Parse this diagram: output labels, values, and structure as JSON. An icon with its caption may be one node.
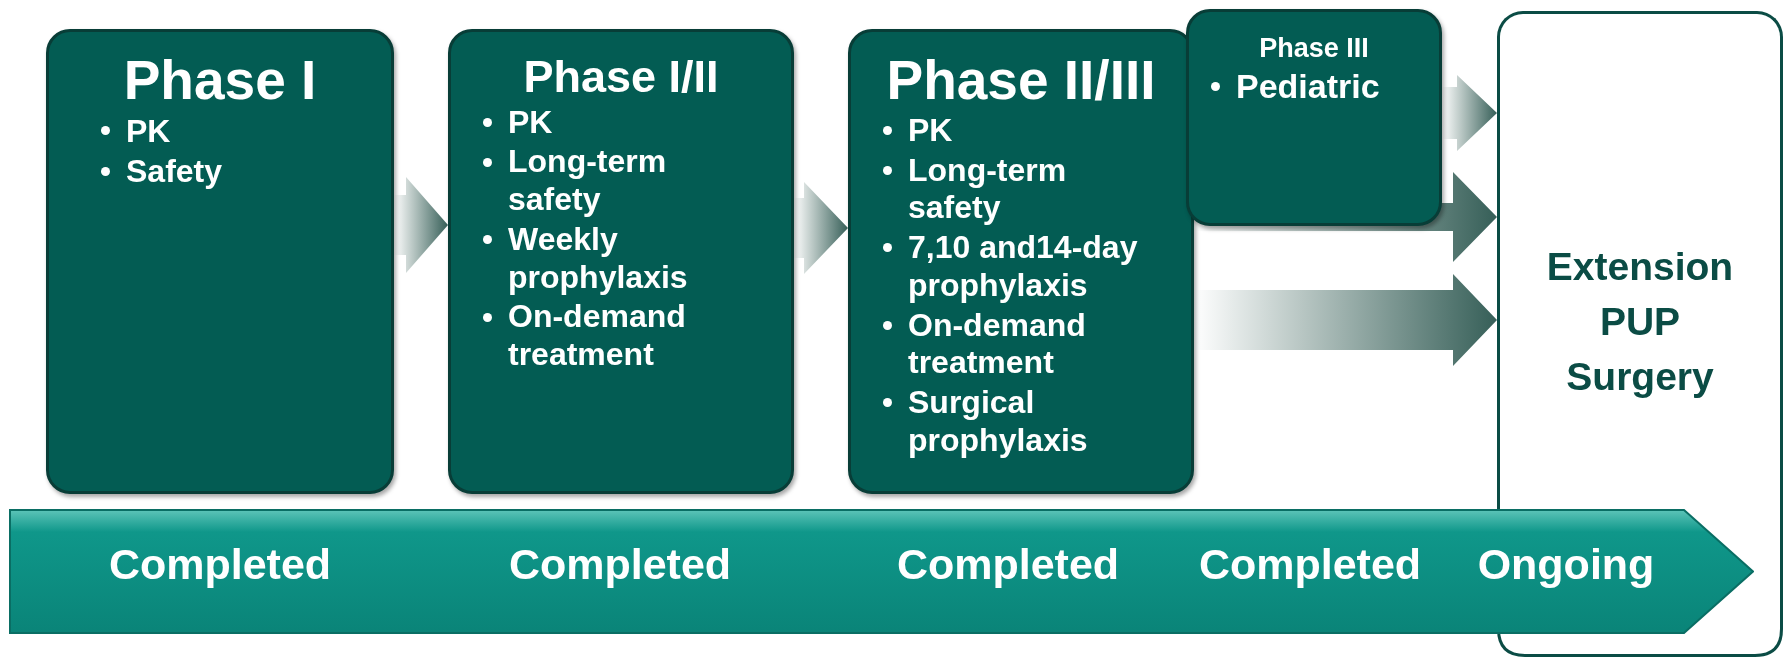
{
  "diagram": {
    "nodes": [
      {
        "text": [
          "Phase I",
          "PK",
          "Safety"
        ]
      },
      {
        "text": [
          "Phase I/II",
          "PK",
          "Long-term safety",
          "Weekly prophylaxis",
          "On-demand treatment"
        ]
      },
      {
        "text": [
          "Phase II/III",
          "PK",
          "Long-term safety",
          "7,10 and14-day prophylaxis",
          "On-demand treatment",
          "Surgical prophylaxis"
        ]
      },
      {
        "text": [
          "Phase III",
          "Pediatric"
        ]
      },
      {
        "text": [
          "Extension",
          "PUP",
          "Surgery"
        ]
      },
      {
        "text": [
          "Completed",
          "Completed",
          "Completed",
          "Completed",
          "Ongoing"
        ]
      }
    ],
    "edges": [
      {
        "from": 0,
        "to": 1,
        "arrow": "to"
      },
      {
        "from": 1,
        "to": 2,
        "arrow": "to"
      },
      {
        "from": 3,
        "to": 4,
        "arrow": "to"
      },
      {
        "from": 2,
        "to": 4,
        "arrow": "to"
      },
      {
        "from": 2,
        "to": 4,
        "arrow": "to"
      }
    ]
  }
}
